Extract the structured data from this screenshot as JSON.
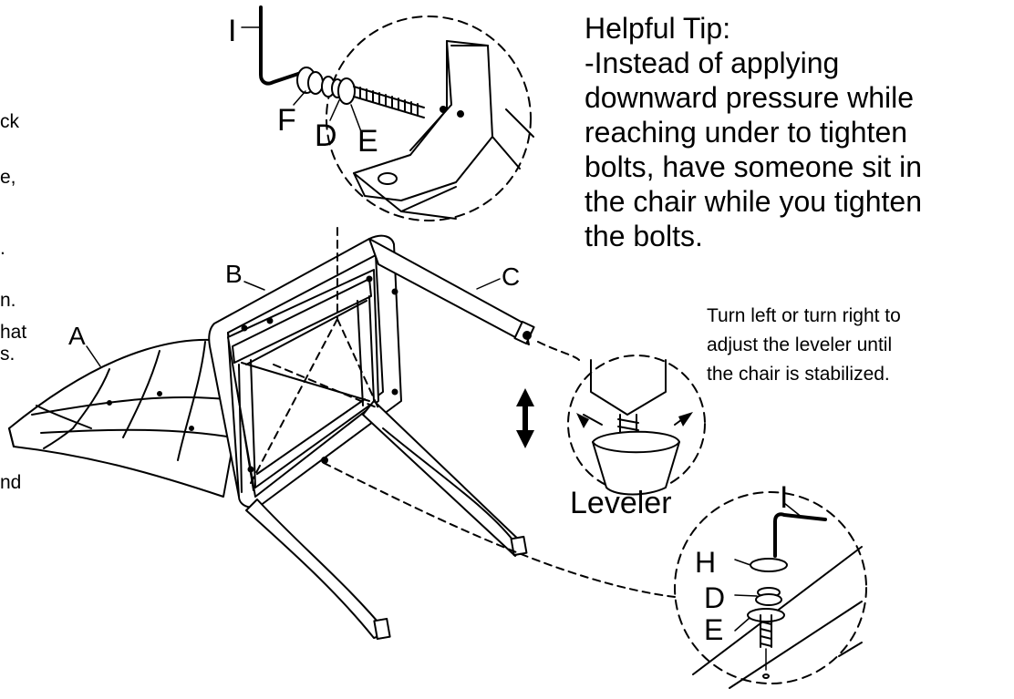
{
  "helpful_tip": {
    "heading": "Helpful Tip:",
    "lines": [
      "-Instead of applying",
      "downward pressure while",
      "reaching under to tighten",
      "bolts, have someone sit in",
      "the chair while you tighten",
      "the bolts."
    ]
  },
  "leveler_note": {
    "lines": [
      "Turn left or turn right to",
      "adjust the leveler until",
      "the chair is stabilized."
    ]
  },
  "leveler_caption": "Leveler",
  "part_labels": {
    "A": "A",
    "B": "B",
    "C": "C",
    "top_detail": {
      "I": "I",
      "F": "F",
      "D": "D",
      "E": "E"
    },
    "bottom_detail": {
      "I": "I",
      "H": "H",
      "D": "D",
      "E": "E"
    }
  },
  "left_cut_text": [
    "ck",
    "e,",
    ".",
    "n.",
    "hat",
    "s.",
    "nd"
  ]
}
